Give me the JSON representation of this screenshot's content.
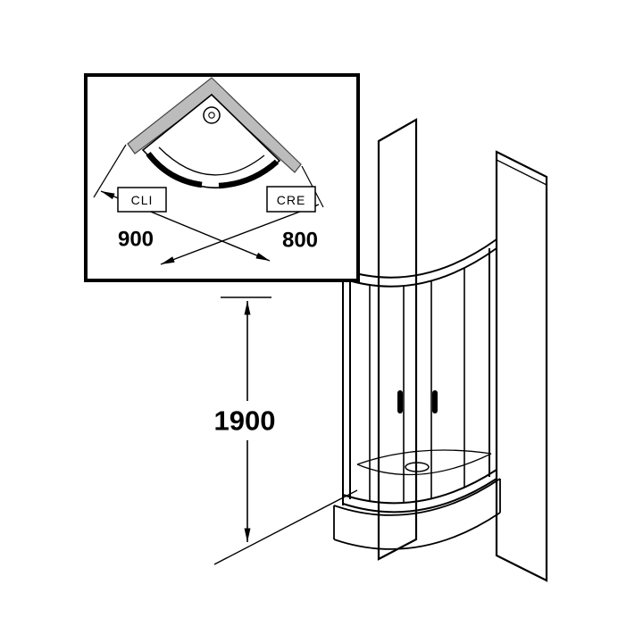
{
  "diagram": {
    "plan_inset": {
      "door_left_code": "CLI",
      "door_right_code": "CRE",
      "width_left_mm": "900",
      "width_right_mm": "800"
    },
    "elevation": {
      "height_mm": "1900"
    },
    "colors": {
      "line": "#000000",
      "wall_fill": "#bcbcbc",
      "background": "#ffffff"
    }
  }
}
